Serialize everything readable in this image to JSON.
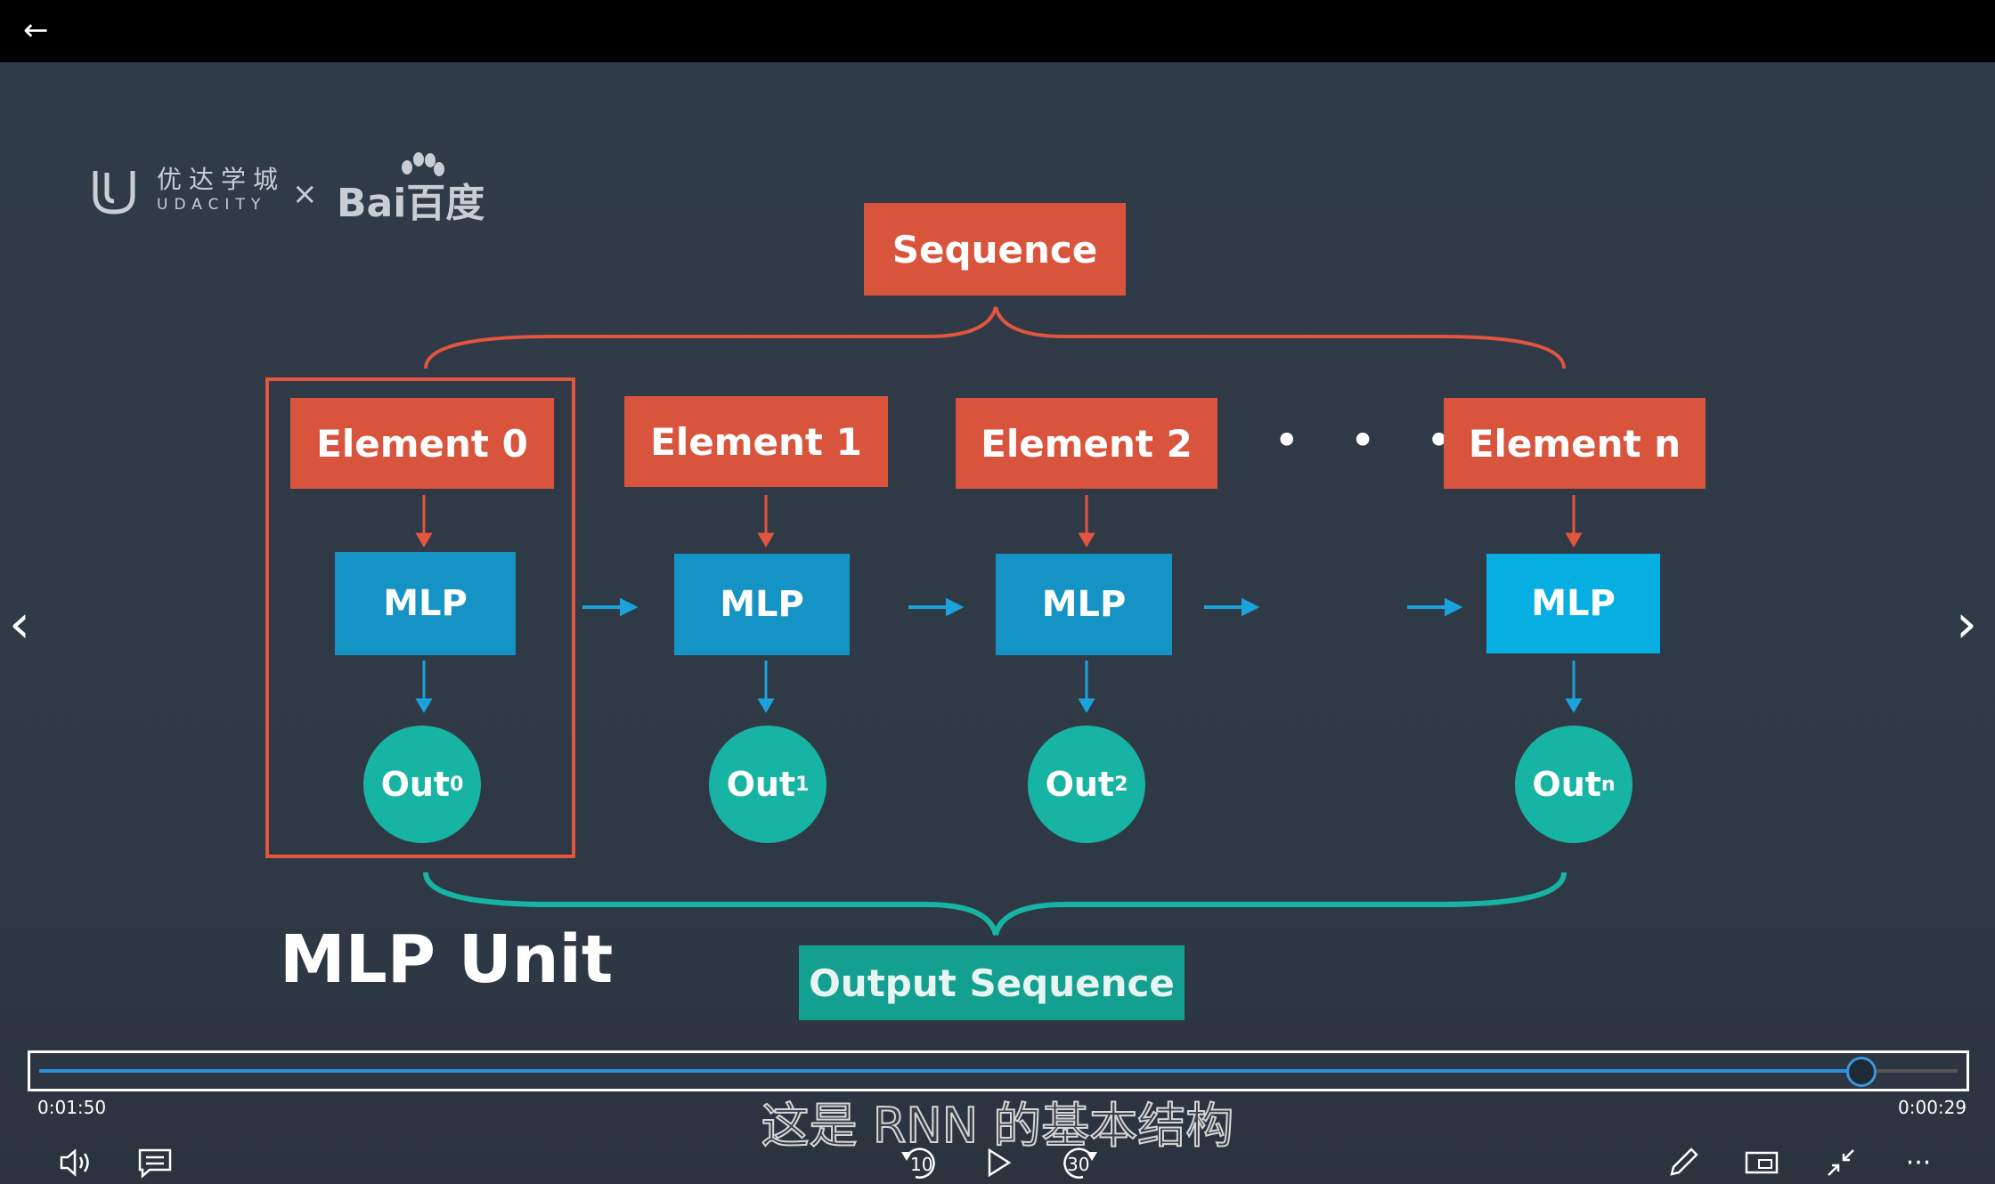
{
  "topbar": {
    "back_icon": "arrow-left-icon"
  },
  "logo": {
    "zh": "优达学城",
    "en": "UDACITY",
    "separator": "×",
    "partner": "Bai百度"
  },
  "diagram": {
    "sequence_label": "Sequence",
    "elements": [
      "Element 0",
      "Element 1",
      "Element 2",
      "Element n"
    ],
    "ellipsis": "• • •",
    "mlp_label": "MLP",
    "outputs": [
      {
        "base": "Out",
        "sub": "0"
      },
      {
        "base": "Out",
        "sub": "1"
      },
      {
        "base": "Out",
        "sub": "2"
      },
      {
        "base": "Out",
        "sub": "n"
      }
    ],
    "unit_label": "MLP Unit",
    "output_sequence_label": "Output Sequence",
    "colors": {
      "red": "#d9543d",
      "blue": "#1593c4",
      "teal": "#17b3a3"
    }
  },
  "player": {
    "elapsed": "0:01:50",
    "remaining": "0:00:29",
    "progress_fraction": 0.95,
    "subtitle": "这是 RNN 的基本结构",
    "controls": {
      "volume": "speaker-icon",
      "captions": "captions-icon",
      "rewind": "10",
      "play": "play-icon",
      "forward": "30",
      "pen": "pen-icon",
      "cast": "cast-icon",
      "exit_fullscreen": "exit-fullscreen-icon",
      "more": "more-icon"
    }
  }
}
